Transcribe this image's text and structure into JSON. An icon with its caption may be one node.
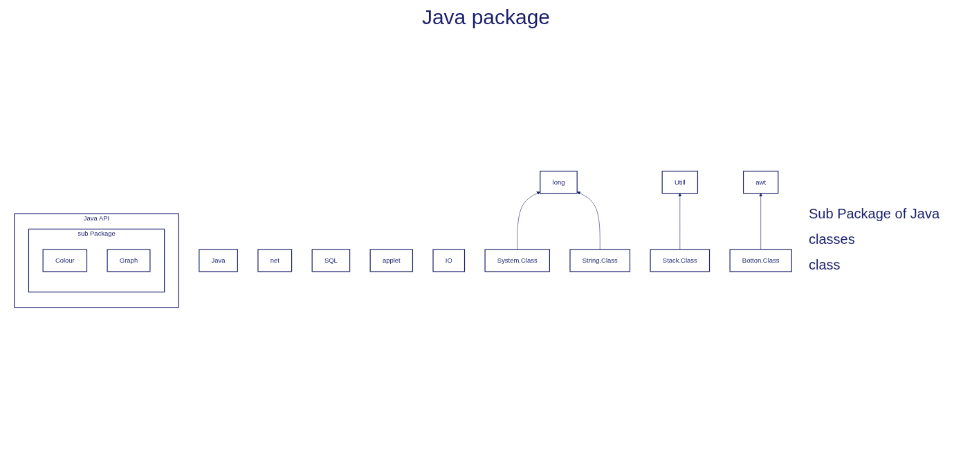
{
  "diagram": {
    "title": "Java package",
    "nodes": [
      {
        "text": [
          "Java"
        ]
      },
      {
        "text": [
          "long"
        ]
      },
      {
        "text": [
          "Utill"
        ]
      },
      {
        "text": [
          "awt"
        ]
      },
      {
        "text": [
          "net"
        ]
      },
      {
        "text": [
          "SQL"
        ]
      },
      {
        "text": [
          "applet"
        ]
      },
      {
        "text": [
          "IO"
        ]
      },
      {
        "text": [
          "System.Class"
        ]
      },
      {
        "text": [
          "String.Class"
        ]
      },
      {
        "text": [
          "Stack.Class"
        ]
      },
      {
        "text": [
          "Botton.Class"
        ]
      },
      {
        "text": [
          "Java API"
        ]
      },
      {
        "text": [
          "sub Package"
        ],
        "in": 12
      },
      {
        "text": [
          "Colour"
        ],
        "in": 13
      },
      {
        "text": [
          "Graph"
        ],
        "in": 13
      }
    ],
    "edges": [
      {
        "from": 8,
        "to": 1,
        "arrow": "to"
      },
      {
        "from": 9,
        "to": 1,
        "arrow": "to"
      },
      {
        "from": 10,
        "to": 2,
        "arrow": "to"
      },
      {
        "from": 11,
        "to": 3,
        "arrow": "to"
      }
    ],
    "labels": [
      "Sub Package of Java",
      "classes",
      "class"
    ]
  }
}
